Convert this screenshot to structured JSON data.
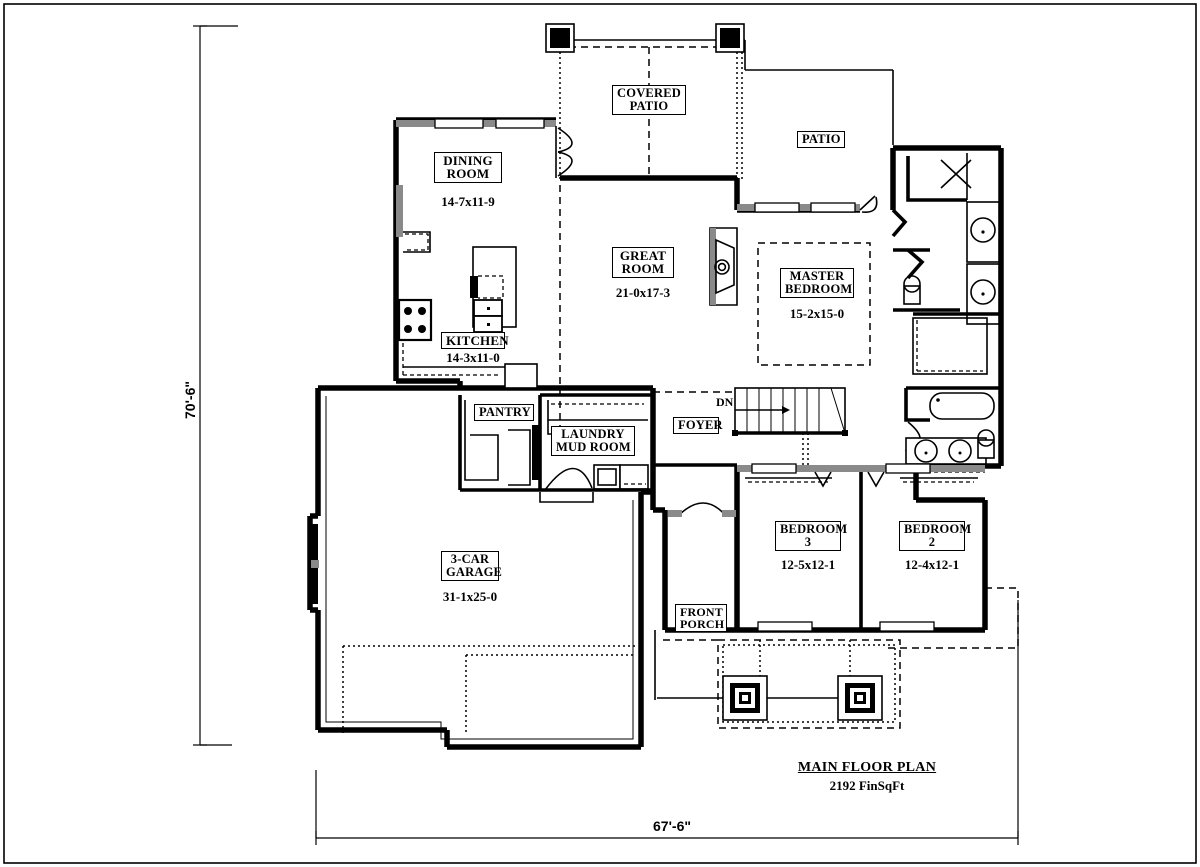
{
  "document": {
    "type": "architectural-floor-plan",
    "title": "MAIN FLOOR PLAN",
    "area": "2192 FinSqFt"
  },
  "dimensions": {
    "overall_width": "67'-6\"",
    "overall_depth": "70'-6\""
  },
  "rooms": [
    {
      "id": "dining-room",
      "label_lines": [
        "DINING",
        "ROOM"
      ],
      "size": "14-7x11-9"
    },
    {
      "id": "kitchen",
      "label_lines": [
        "KITCHEN"
      ],
      "size": "14-3x11-0"
    },
    {
      "id": "great-room",
      "label_lines": [
        "GREAT",
        "ROOM"
      ],
      "size": "21-0x17-3"
    },
    {
      "id": "covered-patio",
      "label_lines": [
        "COVERED",
        "PATIO"
      ],
      "size": ""
    },
    {
      "id": "patio",
      "label_lines": [
        "PATIO"
      ],
      "size": ""
    },
    {
      "id": "master-bedroom",
      "label_lines": [
        "MASTER",
        "BEDROOM"
      ],
      "size": "15-2x15-0"
    },
    {
      "id": "pantry",
      "label_lines": [
        "PANTRY"
      ],
      "size": ""
    },
    {
      "id": "laundry-mud-room",
      "label_lines": [
        "LAUNDRY",
        "MUD ROOM"
      ],
      "size": ""
    },
    {
      "id": "foyer",
      "label_lines": [
        "FOYER"
      ],
      "size": ""
    },
    {
      "id": "garage",
      "label_lines": [
        "3-CAR",
        "GARAGE"
      ],
      "size": "31-1x25-0"
    },
    {
      "id": "bedroom-3",
      "label_lines": [
        "BEDROOM",
        "3"
      ],
      "size": "12-5x12-1"
    },
    {
      "id": "bedroom-2",
      "label_lines": [
        "BEDROOM",
        "2"
      ],
      "size": "12-4x12-1"
    },
    {
      "id": "front-porch",
      "label_lines": [
        "FRONT",
        "PORCH"
      ],
      "size": ""
    }
  ],
  "annotations": {
    "stair_direction": "DN"
  },
  "colors": {
    "wall": "#000000",
    "wall_fill": "#7a7a7a",
    "background": "#ffffff",
    "line": "#000000"
  }
}
